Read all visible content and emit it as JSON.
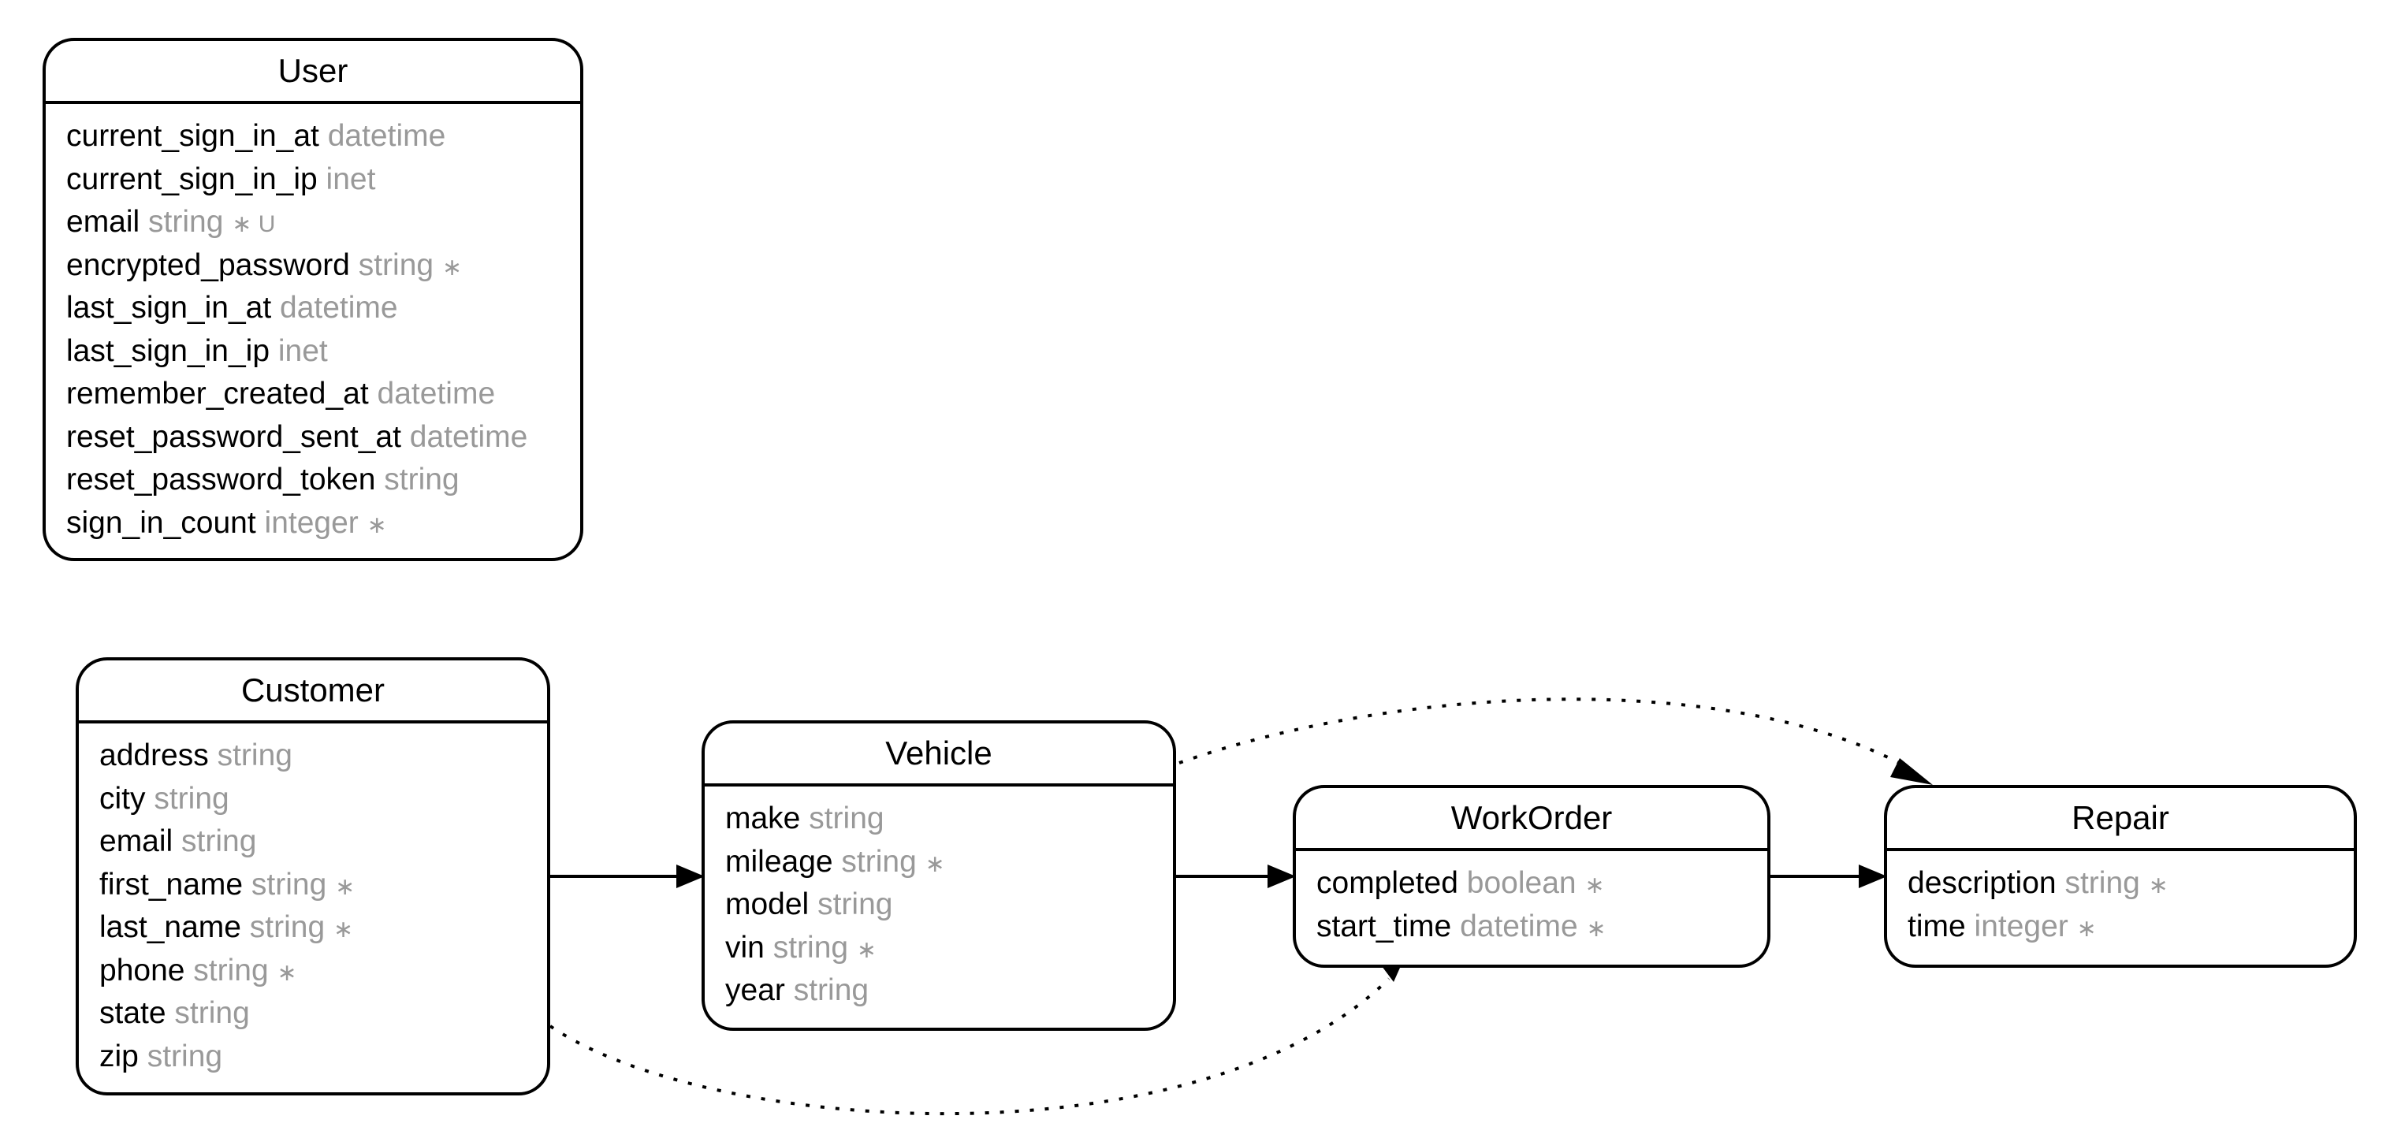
{
  "entities": {
    "user": {
      "title": "User",
      "attributes": [
        {
          "name": "current_sign_in_at",
          "type": "datetime",
          "flags": ""
        },
        {
          "name": "current_sign_in_ip",
          "type": "inet",
          "flags": ""
        },
        {
          "name": "email",
          "type": "string",
          "flags": "∗ U"
        },
        {
          "name": "encrypted_password",
          "type": "string",
          "flags": "∗"
        },
        {
          "name": "last_sign_in_at",
          "type": "datetime",
          "flags": ""
        },
        {
          "name": "last_sign_in_ip",
          "type": "inet",
          "flags": ""
        },
        {
          "name": "remember_created_at",
          "type": "datetime",
          "flags": ""
        },
        {
          "name": "reset_password_sent_at",
          "type": "datetime",
          "flags": ""
        },
        {
          "name": "reset_password_token",
          "type": "string",
          "flags": ""
        },
        {
          "name": "sign_in_count",
          "type": "integer",
          "flags": "∗"
        }
      ]
    },
    "customer": {
      "title": "Customer",
      "attributes": [
        {
          "name": "address",
          "type": "string",
          "flags": ""
        },
        {
          "name": "city",
          "type": "string",
          "flags": ""
        },
        {
          "name": "email",
          "type": "string",
          "flags": ""
        },
        {
          "name": "first_name",
          "type": "string",
          "flags": "∗"
        },
        {
          "name": "last_name",
          "type": "string",
          "flags": "∗"
        },
        {
          "name": "phone",
          "type": "string",
          "flags": "∗"
        },
        {
          "name": "state",
          "type": "string",
          "flags": ""
        },
        {
          "name": "zip",
          "type": "string",
          "flags": ""
        }
      ]
    },
    "vehicle": {
      "title": "Vehicle",
      "attributes": [
        {
          "name": "make",
          "type": "string",
          "flags": ""
        },
        {
          "name": "mileage",
          "type": "string",
          "flags": "∗"
        },
        {
          "name": "model",
          "type": "string",
          "flags": ""
        },
        {
          "name": "vin",
          "type": "string",
          "flags": "∗"
        },
        {
          "name": "year",
          "type": "string",
          "flags": ""
        }
      ]
    },
    "workorder": {
      "title": "WorkOrder",
      "attributes": [
        {
          "name": "completed",
          "type": "boolean",
          "flags": "∗"
        },
        {
          "name": "start_time",
          "type": "datetime",
          "flags": "∗"
        }
      ]
    },
    "repair": {
      "title": "Repair",
      "attributes": [
        {
          "name": "description",
          "type": "string",
          "flags": "∗"
        },
        {
          "name": "time",
          "type": "integer",
          "flags": "∗"
        }
      ]
    }
  },
  "relationships": [
    {
      "from": "Customer",
      "to": "Vehicle",
      "style": "solid"
    },
    {
      "from": "Vehicle",
      "to": "WorkOrder",
      "style": "solid"
    },
    {
      "from": "WorkOrder",
      "to": "Repair",
      "style": "solid"
    },
    {
      "from": "Customer",
      "to": "WorkOrder",
      "style": "dotted"
    },
    {
      "from": "Vehicle",
      "to": "Repair",
      "style": "dotted"
    }
  ],
  "colors": {
    "line": "#000000",
    "type_text": "#999999",
    "name_text": "#000000"
  }
}
